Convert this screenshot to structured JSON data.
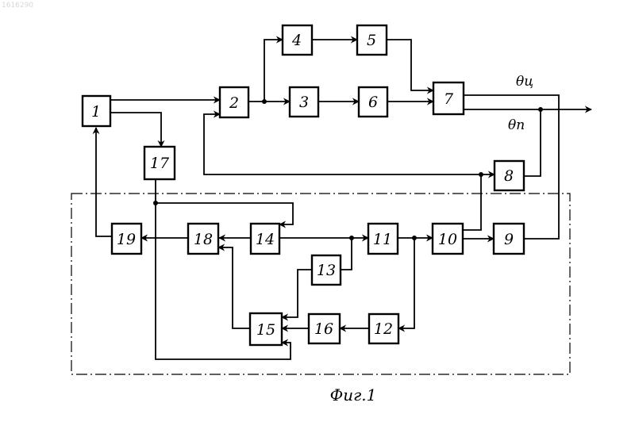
{
  "watermark": "1616290",
  "blocks": {
    "b1": "1",
    "b2": "2",
    "b3": "3",
    "b4": "4",
    "b5": "5",
    "b6": "6",
    "b7": "7",
    "b8": "8",
    "b9": "9",
    "b10": "10",
    "b11": "11",
    "b12": "12",
    "b13": "13",
    "b14": "14",
    "b15": "15",
    "b16": "16",
    "b17": "17",
    "b18": "18",
    "b19": "19"
  },
  "signals": {
    "theta_c": "θц",
    "theta_p": "θп"
  },
  "caption": "Фиг.1"
}
